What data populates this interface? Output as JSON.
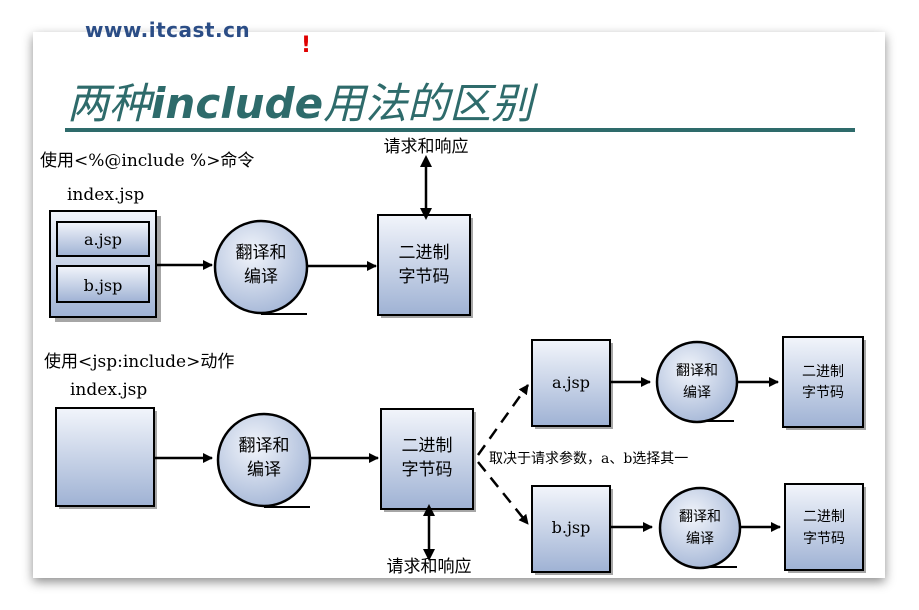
{
  "header": {
    "site_url": "www.itcast.cn",
    "marker": "!",
    "title_part1": "两种",
    "title_part2": "include",
    "title_part3": "用法的区别"
  },
  "section1": {
    "label": "使用<%@include %>命令",
    "file_label": "index.jsp",
    "inner_file_a": "a.jsp",
    "inner_file_b": "b.jsp",
    "translate_line1": "翻译和",
    "translate_line2": "编译",
    "bytecode_line1": "二进制",
    "bytecode_line2": "字节码",
    "request_label": "请求和响应"
  },
  "section2": {
    "label": "使用<jsp:include>动作",
    "file_label": "index.jsp",
    "translate_line1": "翻译和",
    "translate_line2": "编译",
    "bytecode_line1": "二进制",
    "bytecode_line2": "字节码",
    "request_label": "请求和响应",
    "branch_label": "取决于请求参数，a、b选择其一",
    "file_a": "a.jsp",
    "file_b": "b.jsp",
    "translate_a_line1": "翻译和",
    "translate_a_line2": "编译",
    "bytecode_a_line1": "二进制",
    "bytecode_a_line2": "字节码",
    "translate_b_line1": "翻译和",
    "translate_b_line2": "编译",
    "bytecode_b_line1": "二进制",
    "bytecode_b_line2": "字节码"
  },
  "colors": {
    "title": "#2e6b6b",
    "box_fill_top": "#f2f5fb",
    "box_fill_bottom": "#9fb2d4",
    "url": "#2b4d86",
    "marker": "#e00000"
  }
}
